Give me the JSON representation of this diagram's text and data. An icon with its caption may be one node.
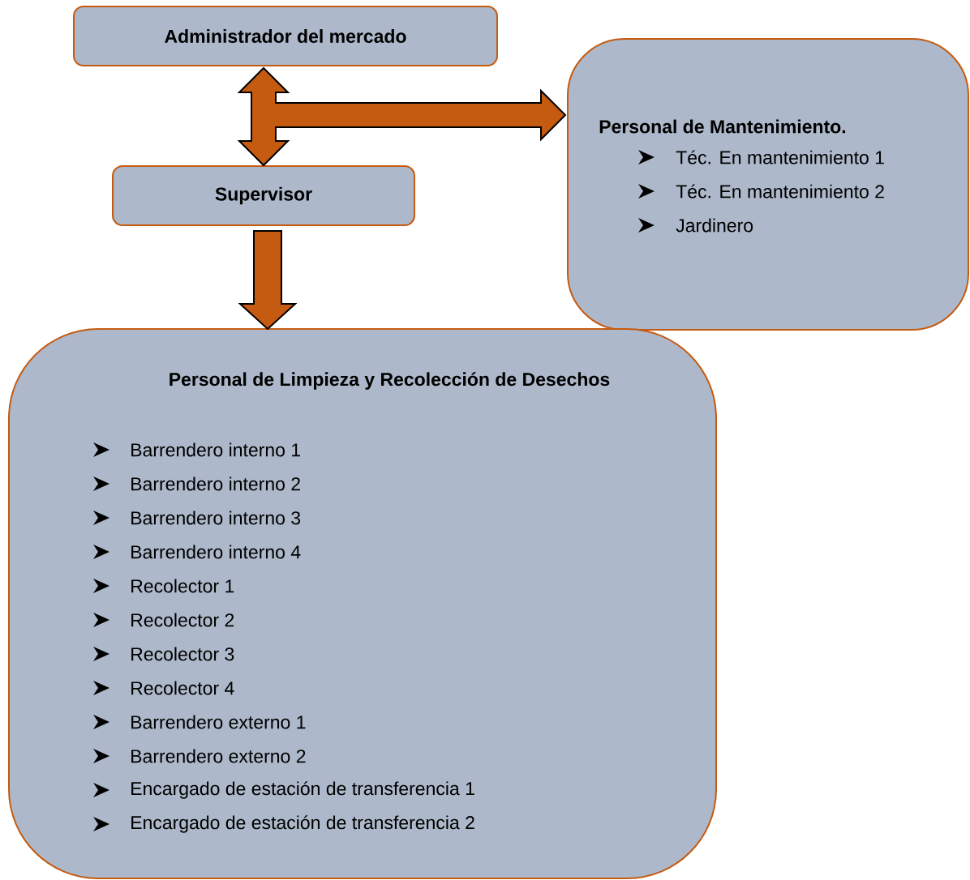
{
  "diagram": {
    "nodes": [
      {
        "text": [
          "Administrador del mercado"
        ]
      },
      {
        "text": [
          "Supervisor"
        ]
      },
      {
        "text": [
          "Personal de Mantenimiento.",
          "Téc. En mantenimiento 1",
          "Téc. En mantenimiento 2",
          "Jardinero"
        ]
      },
      {
        "text": [
          "Personal de Limpieza y Recolección de Desechos",
          "Barrendero interno 1",
          "Barrendero interno 2",
          "Barrendero interno 3",
          "Barrendero interno 4",
          "Recolector 1",
          "Recolector 2",
          "Recolector 3",
          "Recolector 4",
          "Barrendero externo 1",
          "Barrendero externo 2",
          "Encargado de estación de transferencia 1",
          "Encargado de estación de transferencia 2"
        ]
      }
    ],
    "edges": [
      {
        "from": 0,
        "to": 1,
        "arrow": "both"
      },
      {
        "from": 0,
        "to": 2,
        "arrow": "to"
      },
      {
        "from": 1,
        "to": 3,
        "arrow": "to"
      }
    ]
  }
}
